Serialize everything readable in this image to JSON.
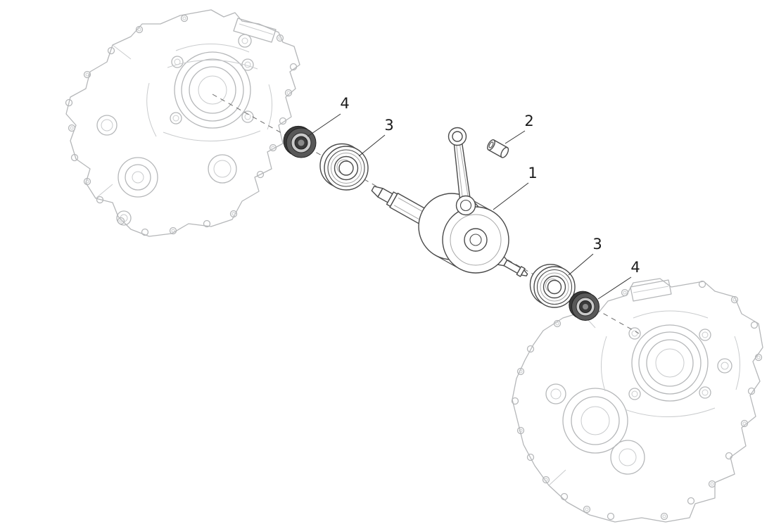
{
  "diagram": {
    "type": "exploded-parts-diagram",
    "subject": "Two engine crankcase halves with crankshaft and connecting rod, two main bearings, two oil seals and a small-end bushing arranged along a dashed assembly axis",
    "callouts": [
      {
        "id": "callout-4-upper",
        "label": "4"
      },
      {
        "id": "callout-3-upper",
        "label": "3"
      },
      {
        "id": "callout-2",
        "label": "2"
      },
      {
        "id": "callout-1",
        "label": "1"
      },
      {
        "id": "callout-3-lower",
        "label": "3"
      },
      {
        "id": "callout-4-lower",
        "label": "4"
      }
    ],
    "colors": {
      "background": "#ffffff",
      "case_line": "#b5b7b9",
      "part_line": "#4a4a4a",
      "seal_dark": "#3a3a3a",
      "leader_line": "#333333",
      "callout_text": "#1a1a1a"
    }
  }
}
